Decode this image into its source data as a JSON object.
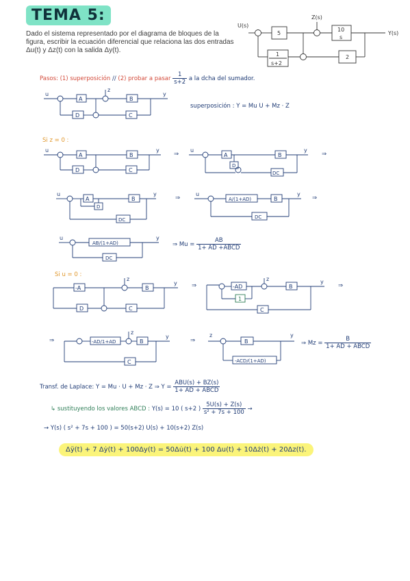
{
  "title": "TEMA 5:",
  "statement": "Dado el sistema representado por el diagrama de bloques de la figura, escribir la ecuación diferencial que relaciona las dos entradas Δu(t) y Δz(t) con la salida Δy(t).",
  "original_diagram": {
    "u_label": "U(s)",
    "z_label": "Z(s)",
    "y_label": "Y(s)",
    "block_gain": "5",
    "block_integrator_num": "10",
    "block_integrator_den": "s",
    "block_feedback_num": "1",
    "block_feedback_den": "s+2",
    "block_output_fb": "2"
  },
  "pasos": {
    "label": "Pasos:",
    "step1": "(1) superposición",
    "sep": "//",
    "step2": "(2) probar a pasar",
    "frac_num": "1",
    "frac_den": "s+2",
    "step2_tail": "a la dcha del sumador."
  },
  "superposition": {
    "label": "superposición :",
    "eq": "Y = Mu U + Mz · Z"
  },
  "block_labels": {
    "A": "A",
    "B": "B",
    "C": "C",
    "D": "D",
    "DC": "DC",
    "A_1AD": "A/(1+AD)",
    "AB_1AD": "AB/(1+AD)",
    "minus_A": "-A",
    "minus_AD": "-AD",
    "minus_AD_1AD": "-AD/1+AD",
    "minus_ACD": "-ACD/(1+AD)",
    "one": "1",
    "u": "u",
    "y": "y",
    "z": "z"
  },
  "case_z0": {
    "label": "Si z = 0 :",
    "mu_label": "Mu =",
    "mu_num": "AB",
    "mu_den": "1+ AD +ABCD"
  },
  "case_u0": {
    "label": "Si u = 0 :",
    "mz_label": "Mz =",
    "mz_num": "B",
    "mz_den": "1+ AD + ABCD"
  },
  "arrow": "⇒",
  "laplace": {
    "label": "Transf. de Laplace:",
    "eq1": "Y = Mu · U + Mz · Z",
    "arrow": "⇒",
    "y_label": "Y =",
    "num": "ABU(s) + BZ(s)",
    "den": "1+ AD + ABCD"
  },
  "substitution": {
    "label": "↳ sustituyendo los valores ABCD :",
    "lhs": "Y(s) = 10 ( s+2 )",
    "num": "5U(s) + Z(s)",
    "den": "s² + 7s + 100",
    "arrow": "→"
  },
  "expanded": "→  Y(s) ( s² + 7s + 100 ) = 50(s+2) U(s) + 10(s+2) Z(s)",
  "final_equation": "Δÿ(t) + 7 Δẏ(t) + 100Δy(t) = 50Δu̇(t) + 100 Δu(t) + 10Δż(t) + 20Δz(t)."
}
